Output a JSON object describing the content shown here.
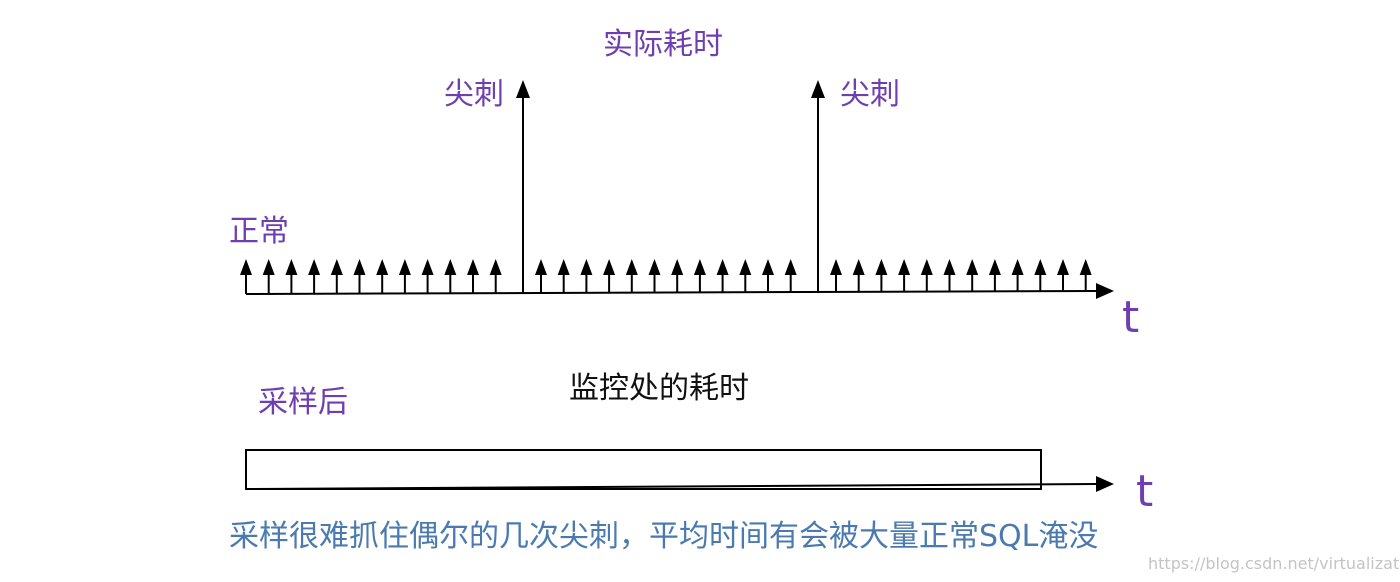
{
  "labels": {
    "actual_time": "实际耗时",
    "spike_left": "尖刺",
    "spike_right": "尖刺",
    "normal": "正常",
    "t_axis_top": "t",
    "after_sampling": "采样后",
    "monitor_time": "监控处的耗时",
    "t_axis_bottom": "t",
    "caption": "采样很难抓住偶尔的几次尖刺，平均时间有会被大量正常SQL淹没",
    "watermark": "https://blog.csdn.net/virtualization_"
  },
  "colors": {
    "label_purple": "#6f3fb0",
    "caption_blue": "#4a7ab0",
    "line": "#000000",
    "watermark": "#c4c4c4"
  }
}
